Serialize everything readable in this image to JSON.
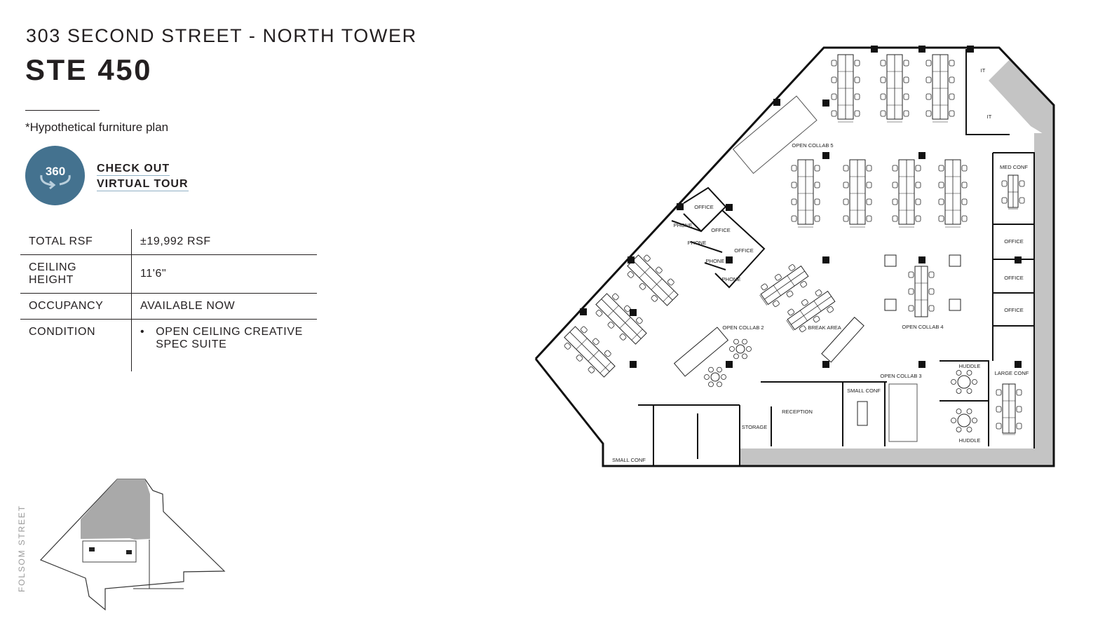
{
  "header": {
    "building": "303 SECOND STREET - NORTH TOWER",
    "suite": "STE 450",
    "note": "*Hypothetical furniture plan"
  },
  "virtual_tour": {
    "badge_text": "360",
    "line1": "CHECK OUT",
    "line2": "VIRTUAL TOUR",
    "badge_color": "#44728f"
  },
  "specs": [
    {
      "label": "TOTAL RSF",
      "value": "±19,992 RSF"
    },
    {
      "label": "CEILING HEIGHT",
      "value": "11'6\""
    },
    {
      "label": "OCCUPANCY",
      "value": "AVAILABLE NOW"
    },
    {
      "label": "CONDITION",
      "bullets": [
        "OPEN CEILING CREATIVE SPEC SUITE"
      ]
    }
  ],
  "key_plan": {
    "street_label": "FOLSOM STREET",
    "highlight_color": "#a9a9a9"
  },
  "floor_plan": {
    "rooms": {
      "it_1": "IT",
      "it_2": "IT",
      "open_collab_5": "OPEN COLLAB 5",
      "med_conf": "MED CONF",
      "office_1": "OFFICE",
      "office_2": "OFFICE",
      "office_3": "OFFICE",
      "office_4": "OFFICE",
      "office_5": "OFFICE",
      "office_6": "OFFICE",
      "phone_1": "PHONE",
      "phone_2": "PHONE",
      "phone_3": "PHONE",
      "phone_4": "PHONE",
      "open_collab_2": "OPEN COLLAB 2",
      "break_area": "BREAK AREA",
      "open_collab_4": "OPEN COLLAB 4",
      "open_collab_3": "OPEN COLLAB 3",
      "huddle_1": "HUDDLE",
      "huddle_2": "HUDDLE",
      "large_conf": "LARGE CONF",
      "small_conf_1": "SMALL CONF",
      "small_conf_2": "SMALL CONF",
      "reception": "RECEPTION",
      "storage": "STORAGE"
    },
    "corridor_color": "#c4c4c4"
  }
}
